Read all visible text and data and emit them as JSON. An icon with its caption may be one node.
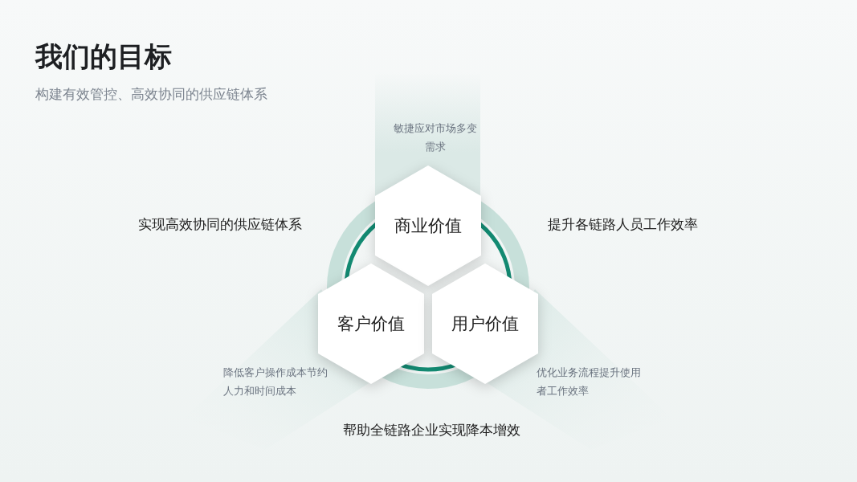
{
  "diagram": {
    "title": "我们的**目标**",
    "nodes": [
      {
        "text": [
          "商业价值"
        ],
        "beside": [
          "敏捷应对市场多变需求"
        ]
      },
      {
        "text": [
          "客户价值"
        ],
        "beside": [
          "降低客户操作成本节约人力和时间成本"
        ]
      },
      {
        "text": [
          "用户价值"
        ],
        "beside": [
          "优化业务流程提升使用者工作效率"
        ]
      }
    ],
    "edges": [],
    "labels": [
      "构建有效管控、高效协同的供应链体系",
      "实现高效协同的供应链体系",
      "提升各链路人员工作效率",
      "帮助全链路企业实现降本增效"
    ]
  }
}
